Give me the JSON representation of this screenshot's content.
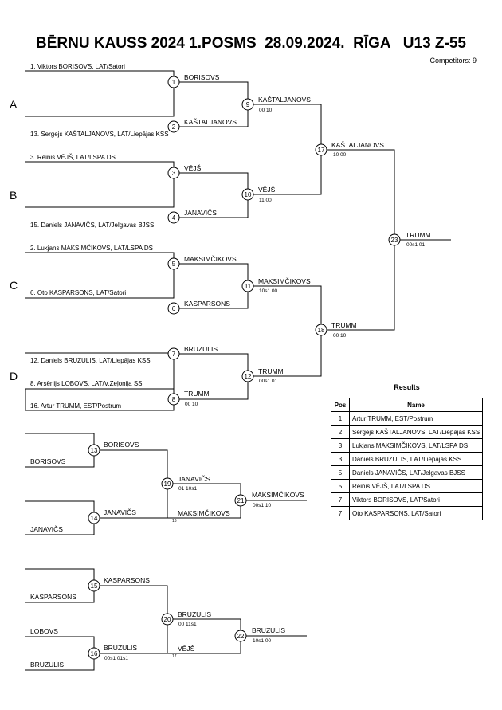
{
  "title": "BĒRNU KAUSS 2024 1.POSMS  28.09.2024.  RĪGA   U13 Z-55",
  "competitors": "Competitors: 9",
  "pools": [
    "A",
    "B",
    "C",
    "D"
  ],
  "entries": [
    "1. Viktors BORISOVS, LAT/Satori",
    "13. Sergejs KAŠTALJANOVS, LAT/Liepājas KSS",
    "3. Reinis VĒJŠ, LAT/LSPA DS",
    "15. Daniels JANAVIČS, LAT/Jelgavas BJSS",
    "2. Lukjans MAKSIMČIKOVS, LAT/LSPA DS",
    "6. Oto KASPARSONS, LAT/Satori",
    "12. Daniels BRUZULIS, LAT/Liepājas KSS",
    "8. Arsēnijs LOBOVS, LAT/V.Zeļonija SS",
    "16. Artur TRUMM, EST/Postrum"
  ],
  "matches": {
    "m1": {
      "num": "1",
      "winner": "BORISOVS",
      "score": ""
    },
    "m2": {
      "num": "2",
      "winner": "KAŠTALJANOVS",
      "score": ""
    },
    "m3": {
      "num": "3",
      "winner": "VĒJŠ",
      "score": ""
    },
    "m4": {
      "num": "4",
      "winner": "JANAVIČS",
      "score": ""
    },
    "m5": {
      "num": "5",
      "winner": "MAKSIMČIKOVS",
      "score": ""
    },
    "m6": {
      "num": "6",
      "winner": "KASPARSONS",
      "score": ""
    },
    "m7": {
      "num": "7",
      "winner": "BRUZULIS",
      "score": ""
    },
    "m8": {
      "num": "8",
      "winner": "TRUMM",
      "score": "00   10"
    },
    "m9": {
      "num": "9",
      "winner": "KAŠTALJANOVS",
      "score": "00   10"
    },
    "m10": {
      "num": "10",
      "winner": "VĒJŠ",
      "score": "11   00"
    },
    "m11": {
      "num": "11",
      "winner": "MAKSIMČIKOVS",
      "score": "10s1   00"
    },
    "m12": {
      "num": "12",
      "winner": "TRUMM",
      "score": "00s1   01"
    },
    "m17": {
      "num": "17",
      "winner": "KAŠTALJANOVS",
      "score": "10   00"
    },
    "m18": {
      "num": "18",
      "winner": "TRUMM",
      "score": "00   10"
    },
    "m23": {
      "num": "23",
      "winner": "TRUMM",
      "score": "00s1   01"
    },
    "m13": {
      "num": "13",
      "winner": "BORISOVS",
      "score": ""
    },
    "m14": {
      "num": "14",
      "winner": "JANAVIČS",
      "score": ""
    },
    "m19": {
      "num": "19",
      "winner": "JANAVIČS",
      "score": "01   10s1"
    },
    "m21": {
      "num": "21",
      "winner": "MAKSIMČIKOVS",
      "score": "00s1   10"
    },
    "m15": {
      "num": "15",
      "winner": "KASPARSONS",
      "score": ""
    },
    "m16": {
      "num": "16",
      "winner": "BRUZULIS",
      "score": "00s1   01s1"
    },
    "m20": {
      "num": "20",
      "winner": "BRUZULIS",
      "score": "00   11s1"
    },
    "m22": {
      "num": "22",
      "winner": "BRUZULIS",
      "score": "10s1   00"
    }
  },
  "repechage": {
    "r13a": "BORISOVS",
    "r14b": "JANAVIČS",
    "r21in": "MAKSIMČIKOVS",
    "r21in_note": "16",
    "r15b": "KASPARSONS",
    "r16a": "LOBOVS",
    "r16b": "BRUZULIS",
    "r22in": "VĒJŠ",
    "r22in_note": "17"
  },
  "results": {
    "title": "Results",
    "headers": [
      "Pos",
      "Name"
    ],
    "rows": [
      [
        "1",
        "Artur TRUMM, EST/Postrum"
      ],
      [
        "2",
        "Sergejs KAŠTALJANOVS, LAT/Liepājas KSS"
      ],
      [
        "3",
        "Lukjans MAKSIMČIKOVS, LAT/LSPA DS"
      ],
      [
        "3",
        "Daniels BRUZULIS, LAT/Liepājas KSS"
      ],
      [
        "5",
        "Daniels JANAVIČS, LAT/Jelgavas BJSS"
      ],
      [
        "5",
        "Reinis VĒJŠ, LAT/LSPA DS"
      ],
      [
        "7",
        "Viktors BORISOVS, LAT/Satori"
      ],
      [
        "7",
        "Oto KASPARSONS, LAT/Satori"
      ]
    ]
  }
}
